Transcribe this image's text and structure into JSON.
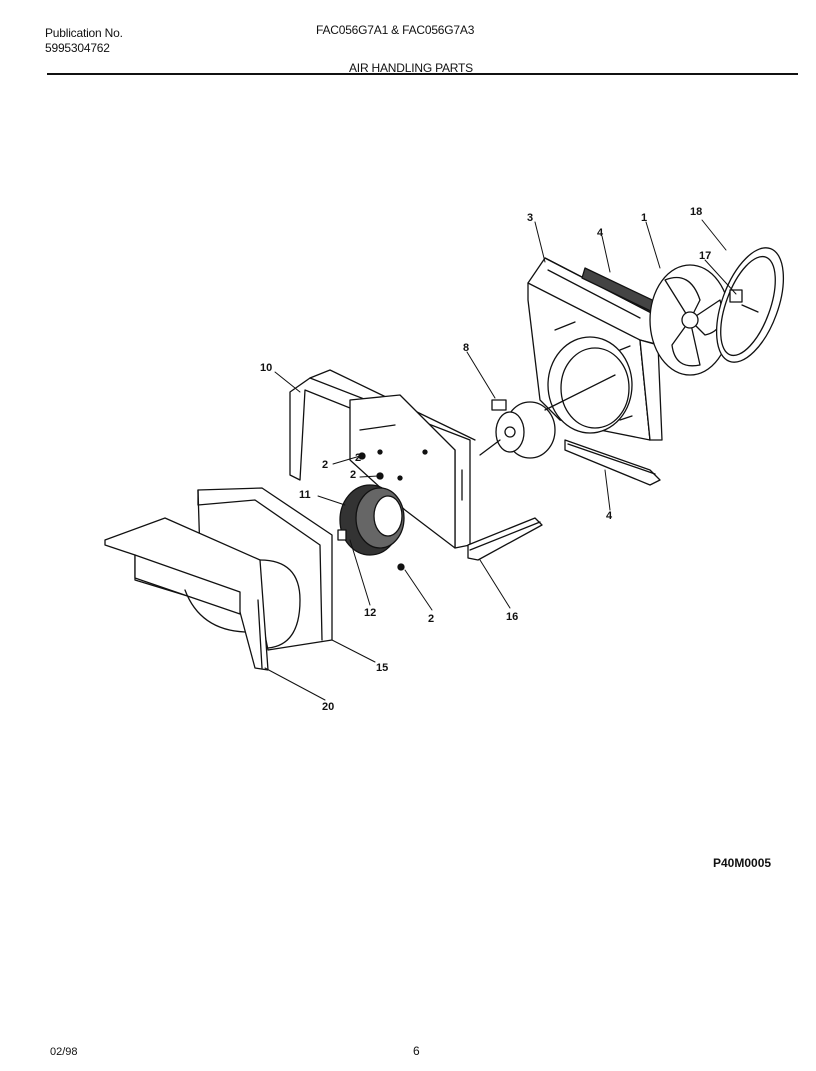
{
  "header": {
    "publication_label": "Publication No.",
    "publication_number": "5995304762",
    "models": "FAC056G7A1 & FAC056G7A3",
    "section_title": "AIR HANDLING PARTS"
  },
  "diagram": {
    "figure_code": "P40M0005",
    "callouts": [
      "1",
      "2",
      "2",
      "2",
      "2",
      "3",
      "4",
      "4",
      "8",
      "10",
      "11",
      "12",
      "15",
      "16",
      "17",
      "18",
      "20"
    ]
  },
  "footer": {
    "date": "02/98",
    "page": "6"
  }
}
